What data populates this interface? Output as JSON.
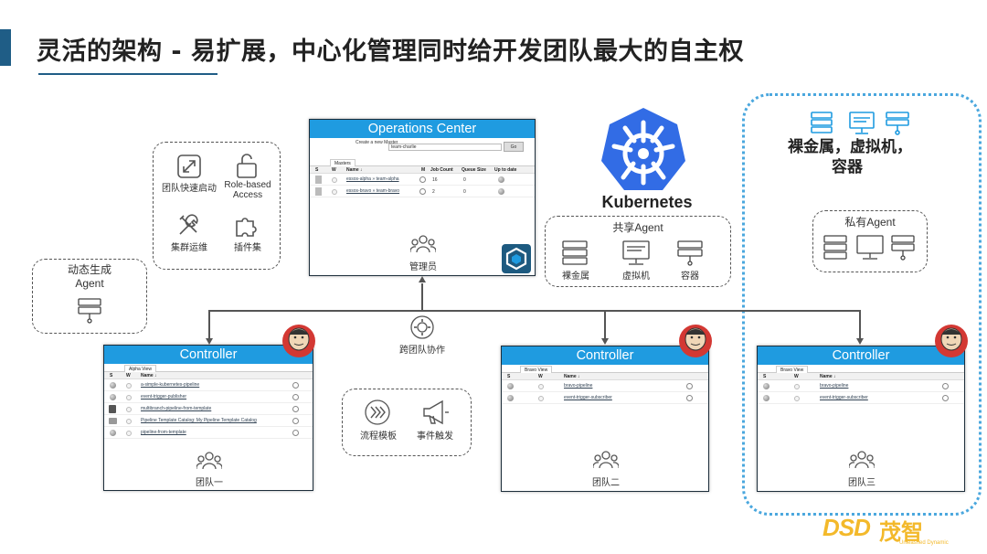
{
  "title": "灵活的架构 - 易扩展，中心化管理同时给开发团队最大的自主权",
  "ops_center": {
    "title": "Operations Center",
    "create_label": "Create a new Master",
    "create_value": "team-charlie",
    "create_button": "Go",
    "tab": "Masters",
    "columns": [
      "S",
      "W",
      "Name ↓",
      "M",
      "Job Count",
      "Queue Size",
      "Up to date"
    ],
    "rows": [
      {
        "name": "essos-alpha » team-alpha",
        "jobs": "16",
        "queue": "0"
      },
      {
        "name": "essos-bravo » team-bravo",
        "jobs": "2",
        "queue": "0"
      }
    ],
    "admin_label": "管理员"
  },
  "kubernetes_label": "Kubernetes",
  "feature_group": {
    "items": [
      {
        "label": "团队快速启动"
      },
      {
        "label": "Role-based\nAccess"
      },
      {
        "label": "集群运维"
      },
      {
        "label": "插件集"
      }
    ]
  },
  "dynamic_agent": {
    "label": "动态生成\nAgent"
  },
  "shared_agent": {
    "title": "共享Agent",
    "items": [
      "裸金属",
      "虚拟机",
      "容器"
    ]
  },
  "private_area": {
    "title": "裸金属，虚拟机，\n容器",
    "private_agent_title": "私有Agent"
  },
  "cross_team": {
    "label": "跨团队协作"
  },
  "pipeline_group": {
    "items": [
      "流程模板",
      "事件触发"
    ]
  },
  "controllers": [
    {
      "title": "Controller",
      "tab": "Alpha View",
      "team": "团队一",
      "columns": [
        "S",
        "W",
        "Name ↓"
      ],
      "rows": [
        "a-simple-kubernetes-pipeline",
        "event-trigger-publisher",
        "multibranch-pipeline-from-template",
        "Pipeline Template Catalog: My Pipeline Template Catalog",
        "pipeline-from-template"
      ]
    },
    {
      "title": "Controller",
      "tab": "Bravo View",
      "team": "团队二",
      "columns": [
        "S",
        "W",
        "Name ↓"
      ],
      "rows": [
        "bravo-pipeline",
        "event-trigger-subscriber"
      ]
    },
    {
      "title": "Controller",
      "tab": "Bravo View",
      "team": "团队三",
      "columns": [
        "S",
        "W",
        "Name ↓"
      ],
      "rows": [
        "bravo-pipeline",
        "event-trigger-subscriber"
      ]
    }
  ],
  "brand": {
    "logo_text": "DSD",
    "cn_text": "茂智",
    "tagline": "Unleashed Dynamic"
  },
  "colors": {
    "accent": "#1f9be0",
    "k8s": "#326ce5",
    "header_bar": "#1f5d86",
    "private_border": "#4aa7de"
  }
}
